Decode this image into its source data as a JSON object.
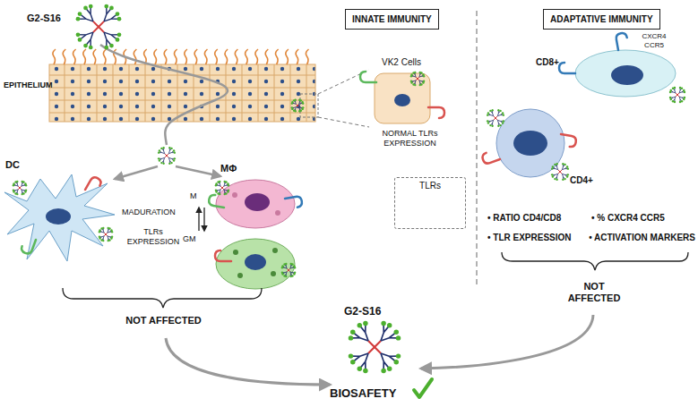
{
  "diagram": {
    "nodes": [
      {
        "text": [
          "INNATE IMMUNITY"
        ]
      },
      {
        "text": [
          "ADAPTATIVE IMMUNITY"
        ]
      },
      {
        "text": [
          "TLRs"
        ]
      }
    ],
    "labels": [
      "G2-S16",
      "EPITHELIUM",
      "VK2 Cells",
      "NORMAL TLRs EXPRESSION",
      "DC",
      "MADURATION",
      "TLRs EXPRESSION",
      "MΦ",
      "M",
      "GM",
      "NOT AFFECTED",
      "CXCR4 CCR5",
      "CD8+",
      "CD4+",
      "• RATIO CD4/CD8",
      "• TLR EXPRESSION",
      "• % CXCR4 CCR5",
      "• ACTIVATION MARKERS",
      "NOT AFFECTED",
      "G2-S16",
      "BIOSAFETY"
    ]
  }
}
